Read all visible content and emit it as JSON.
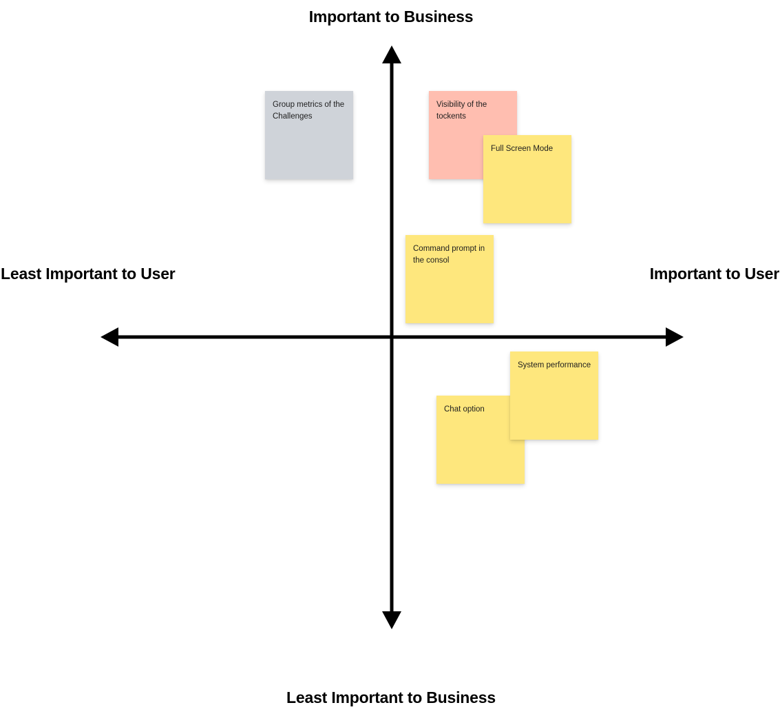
{
  "axes": {
    "top": "Important to Business",
    "bottom": "Least Important to Business",
    "left": "Least Important to User",
    "right": "Important to User"
  },
  "colors": {
    "gray_note": "#cfd3d9",
    "red_note": "#ffbeb0",
    "yellow_note": "#fee77d",
    "axis": "#000000"
  },
  "notes": [
    {
      "text": "Group metrics of the Challenges",
      "color": "gray"
    },
    {
      "text": "Visibility of the tockents",
      "color": "red"
    },
    {
      "text": "Full Screen Mode",
      "color": "yellow"
    },
    {
      "text": "Command prompt in the consol",
      "color": "yellow"
    },
    {
      "text": "Chat option",
      "color": "yellow"
    },
    {
      "text": "System performance",
      "color": "yellow"
    }
  ]
}
